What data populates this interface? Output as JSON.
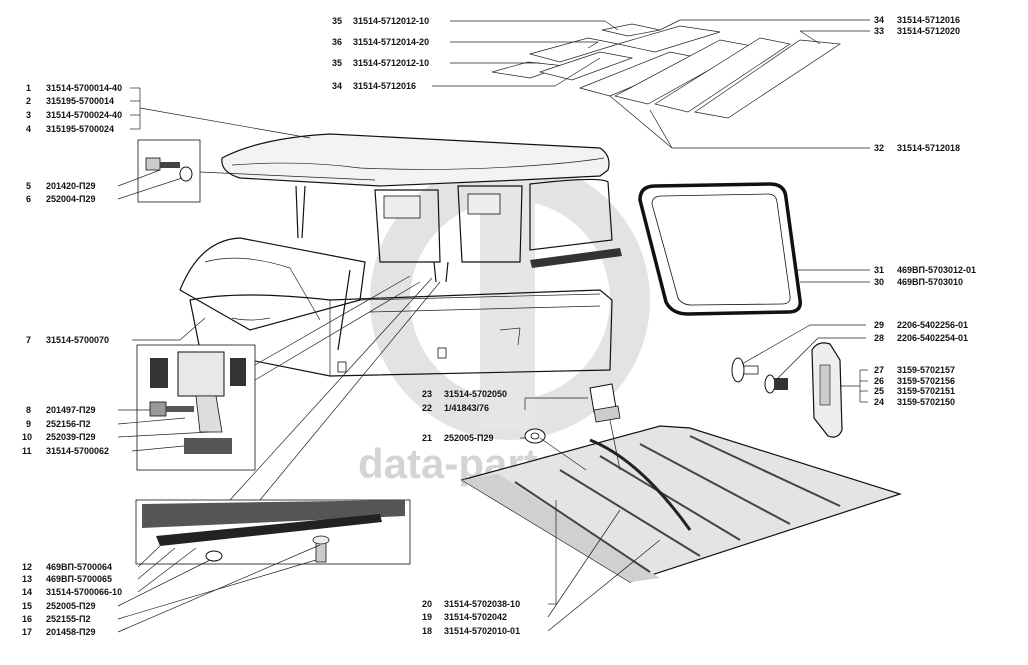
{
  "watermark": {
    "text": "data-parts"
  },
  "callouts_left": [
    {
      "num": "1",
      "code": "31514-5700014-40"
    },
    {
      "num": "2",
      "code": "315195-5700014"
    },
    {
      "num": "3",
      "code": "31514-5700024-40"
    },
    {
      "num": "4",
      "code": "315195-5700024"
    },
    {
      "num": "5",
      "code": "201420-П29"
    },
    {
      "num": "6",
      "code": "252004-П29"
    },
    {
      "num": "7",
      "code": "31514-5700070"
    },
    {
      "num": "8",
      "code": "201497-П29"
    },
    {
      "num": "9",
      "code": "252156-П2"
    },
    {
      "num": "10",
      "code": "252039-П29"
    },
    {
      "num": "11",
      "code": "31514-5700062"
    },
    {
      "num": "12",
      "code": "469ВП-5700064"
    },
    {
      "num": "13",
      "code": "469ВП-5700065"
    },
    {
      "num": "14",
      "code": "31514-5700066-10"
    },
    {
      "num": "15",
      "code": "252005-П29"
    },
    {
      "num": "16",
      "code": "252155-П2"
    },
    {
      "num": "17",
      "code": "201458-П29"
    }
  ],
  "callouts_top": [
    {
      "num": "35",
      "code": "31514-5712012-10"
    },
    {
      "num": "36",
      "code": "31514-5712014-20"
    },
    {
      "num": "35",
      "code": "31514-5712012-10"
    },
    {
      "num": "34",
      "code": "31514-5712016"
    }
  ],
  "callouts_right": [
    {
      "num": "34",
      "code": "31514-5712016"
    },
    {
      "num": "33",
      "code": "31514-5712020"
    },
    {
      "num": "32",
      "code": "31514-5712018"
    },
    {
      "num": "31",
      "code": "469ВП-5703012-01"
    },
    {
      "num": "30",
      "code": "469ВП-5703010"
    },
    {
      "num": "29",
      "code": "2206-5402256-01"
    },
    {
      "num": "28",
      "code": "2206-5402254-01"
    },
    {
      "num": "27",
      "code": "3159-5702157"
    },
    {
      "num": "26",
      "code": "3159-5702156"
    },
    {
      "num": "25",
      "code": "3159-5702151"
    },
    {
      "num": "24",
      "code": "3159-5702150"
    }
  ],
  "callouts_center": [
    {
      "num": "23",
      "code": "31514-5702050"
    },
    {
      "num": "22",
      "code": "1/41843/76"
    },
    {
      "num": "21",
      "code": "252005-П29"
    },
    {
      "num": "20",
      "code": "31514-5702038-10"
    },
    {
      "num": "19",
      "code": "31514-5702042"
    },
    {
      "num": "18",
      "code": "31514-5702010-01"
    }
  ]
}
